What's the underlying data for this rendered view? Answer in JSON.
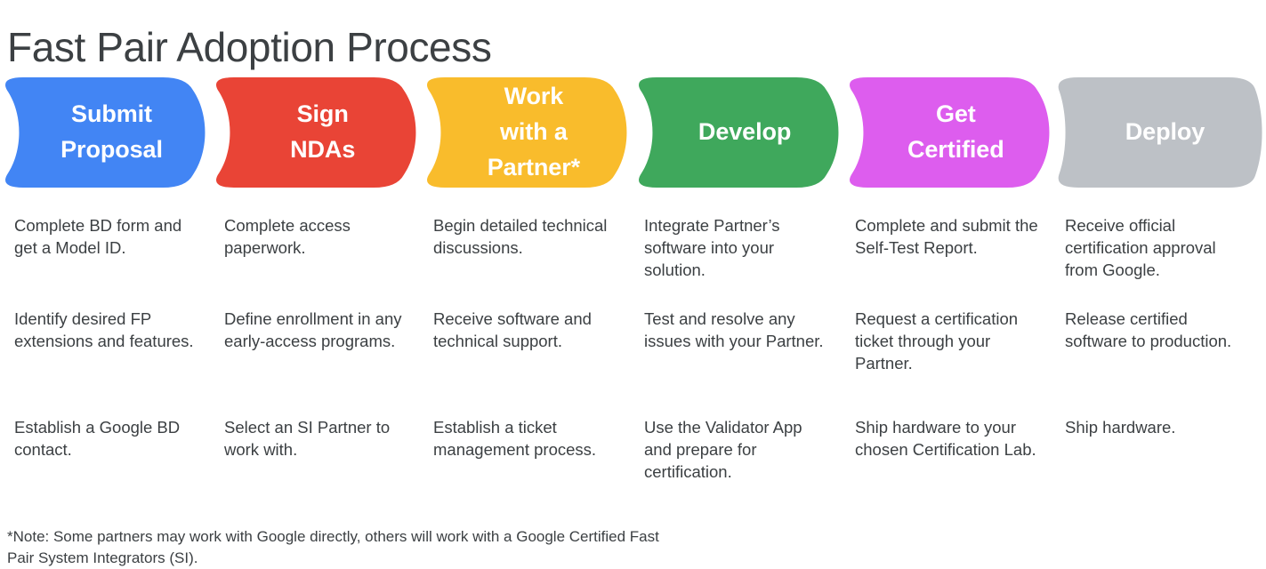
{
  "page": {
    "title": "Fast Pair Adoption Process",
    "background": "#ffffff",
    "text_color": "#3c4043"
  },
  "banner": {
    "steps": [
      {
        "label": "Submit\nProposal",
        "color": "#4285F4",
        "label_color": "#ffffff",
        "name": "submit-proposal"
      },
      {
        "label": "Sign\nNDAs",
        "color": "#E94436",
        "label_color": "#ffffff",
        "name": "sign-ndas"
      },
      {
        "label": "Work\nwith a\nPartner*",
        "color": "#F9BC2C",
        "label_color": "#ffffff",
        "name": "work-with-a-partner"
      },
      {
        "label": "Develop",
        "color": "#3FA85C",
        "label_color": "#ffffff",
        "name": "develop"
      },
      {
        "label": "Get\nCertified",
        "color": "#DD5DEE",
        "label_color": "#ffffff",
        "name": "get-certified"
      },
      {
        "label": "Deploy",
        "color": "#BDC1C6",
        "label_color": "#ffffff",
        "name": "deploy"
      }
    ]
  },
  "columns": [
    {
      "name": "submit-proposal",
      "items": [
        "Complete BD form and get a Model ID.",
        "Identify desired FP extensions and features.",
        "Establish a Google BD contact."
      ]
    },
    {
      "name": "sign-ndas",
      "items": [
        "Complete access paperwork.",
        "Define enrollment in any early-access programs.",
        "Select an SI Partner to work with."
      ]
    },
    {
      "name": "work-with-a-partner",
      "items": [
        "Begin detailed technical discussions.",
        "Receive software and technical support.",
        "Establish a ticket management process."
      ]
    },
    {
      "name": "develop",
      "items": [
        "Integrate Partner’s software into your solution.",
        "Test and resolve any issues with your Partner.",
        "Use the Validator App and prepare for certification."
      ]
    },
    {
      "name": "get-certified",
      "items": [
        "Complete and submit the Self-Test Report.",
        "Request a certification ticket through your Partner.",
        "Ship hardware to your chosen Certification Lab."
      ]
    },
    {
      "name": "deploy",
      "items": [
        "Receive official certification approval from Google.",
        "Release certified software to production.",
        "Ship hardware."
      ]
    }
  ],
  "footnote": "*Note: Some partners may work with Google directly, others will work with a Google Certified Fast Pair System Integrators (SI)."
}
